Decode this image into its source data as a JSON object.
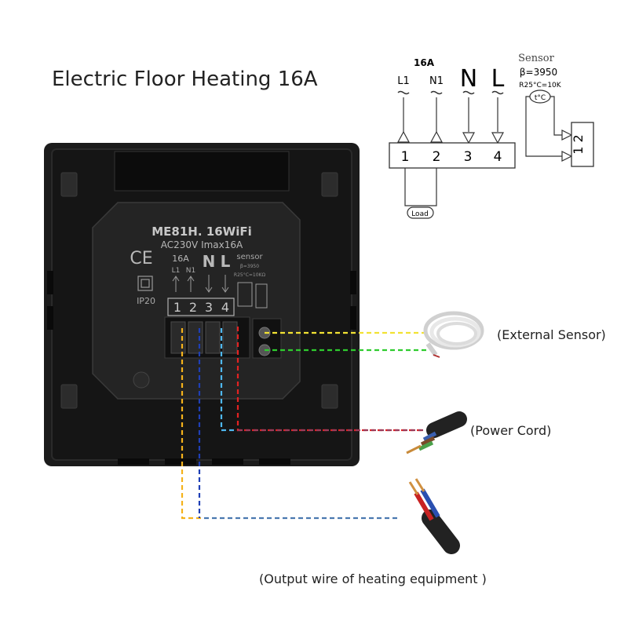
{
  "title": "Electric Floor Heating 16A",
  "schematic": {
    "rating": "16A",
    "terminals_top": [
      "L1",
      "N1",
      "N",
      "L"
    ],
    "terminal_numbers": [
      "1",
      "2",
      "3",
      "4"
    ],
    "load_label": "Load",
    "sensor_title": "Sensor",
    "sensor_beta": "β=3950",
    "sensor_r": "R25°C=10K",
    "sensor_symbol": "t°C",
    "sensor_pins": "1 2"
  },
  "device": {
    "model": "ME81H. 16WiFi",
    "spec": "AC230V Imax16A",
    "ce_mark": "CE",
    "ip_rating": "IP20",
    "rating": "16A",
    "terminals_top": [
      "L1",
      "N1"
    ],
    "big_letters": [
      "N",
      "L"
    ],
    "sensor_text": "sensor",
    "sensor_beta": "β=3950",
    "sensor_r": "R25°C=10KΩ",
    "terminal_numbers": [
      "1",
      "2",
      "3",
      "4"
    ]
  },
  "callouts": {
    "external_sensor": "(External Sensor)",
    "power_cord": "(Power Cord)",
    "output_wire": "(Output wire of heating equipment )"
  },
  "colors": {
    "yellow": "#f2e233",
    "green": "#2ecc2e",
    "orange": "#f5b21b",
    "blue_dark": "#1f3fb5",
    "light_blue": "#4fb8f0",
    "red": "#e22222",
    "maroon": "#9a3b5a",
    "steel_blue": "#4a78b0",
    "device_body": "#1b1b1b"
  }
}
